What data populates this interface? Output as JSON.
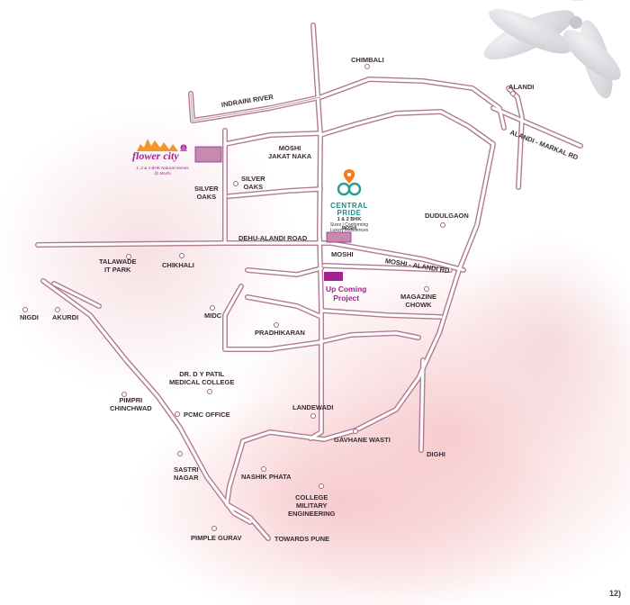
{
  "map": {
    "labels": {
      "chimbali": "CHIMBALI",
      "alandi": "ALANDI",
      "indraini_river": "INDRAINI RIVER",
      "alandi_markal_rd": "ALANDI - MARKAL RD",
      "moshi_jakat_naka": "MOSHI\nJAKAT NAKA",
      "silver_oaks_1": "SILVER\nOAKS",
      "silver_oaks_2": "SILVER\nOAKS",
      "dudulgaon": "DUDULGAON",
      "dehu_alandi_road": "DEHU-ALANDI ROAD",
      "moshi": "MOSHI",
      "moshi_alandi_rd": "MOSHI - ALANDI RD",
      "talawade": "TALAWADE\nIT PARK",
      "chikhali": "CHIKHALI",
      "magazine_chowk": "MAGAZINE\nCHOWK",
      "nigdi": "NIGDI",
      "akurdi": "AKURDI",
      "midc": "MIDC",
      "pradhikaran": "PRADHIKARAN",
      "dy_patil": "Dr. D Y PATIL\nMEDICAL COLLEGE",
      "pimpri": "PIMPRI\nCHINCHWAD",
      "pcmc": "PCMC OFFICE",
      "landewadi": "LANDEWADI",
      "gavhane_wasti": "GAVHANE WASTI",
      "dighi": "DIGHI",
      "sastri_nagar": "SASTRI\nNAGAR",
      "nashik_phata": "NASHIK PHATA",
      "college_military": "COLLEGE\nMILITARY\nENGINEERING",
      "pimple_gurav": "PIMPLE GURAV",
      "towards_pune": "TOWARDS PUNE"
    },
    "upcoming_project": "Up Coming\nProject",
    "colors": {
      "road_outline": "#b27b93",
      "project_marker": "#a3228f",
      "upcoming_text": "#a3228f"
    }
  },
  "logos": {
    "central_pride": {
      "name": "CENTRAL\nPRIDE",
      "config": "1 & 2 BHK",
      "tagline": "Sizes | Conforming Luxury Residences",
      "location": "MOSHI"
    },
    "flower_city": {
      "name": "flower city",
      "subtitle": "1, 2 & 3 BHK Natural Homes\n@ Moshi"
    }
  },
  "page_number": "12)"
}
